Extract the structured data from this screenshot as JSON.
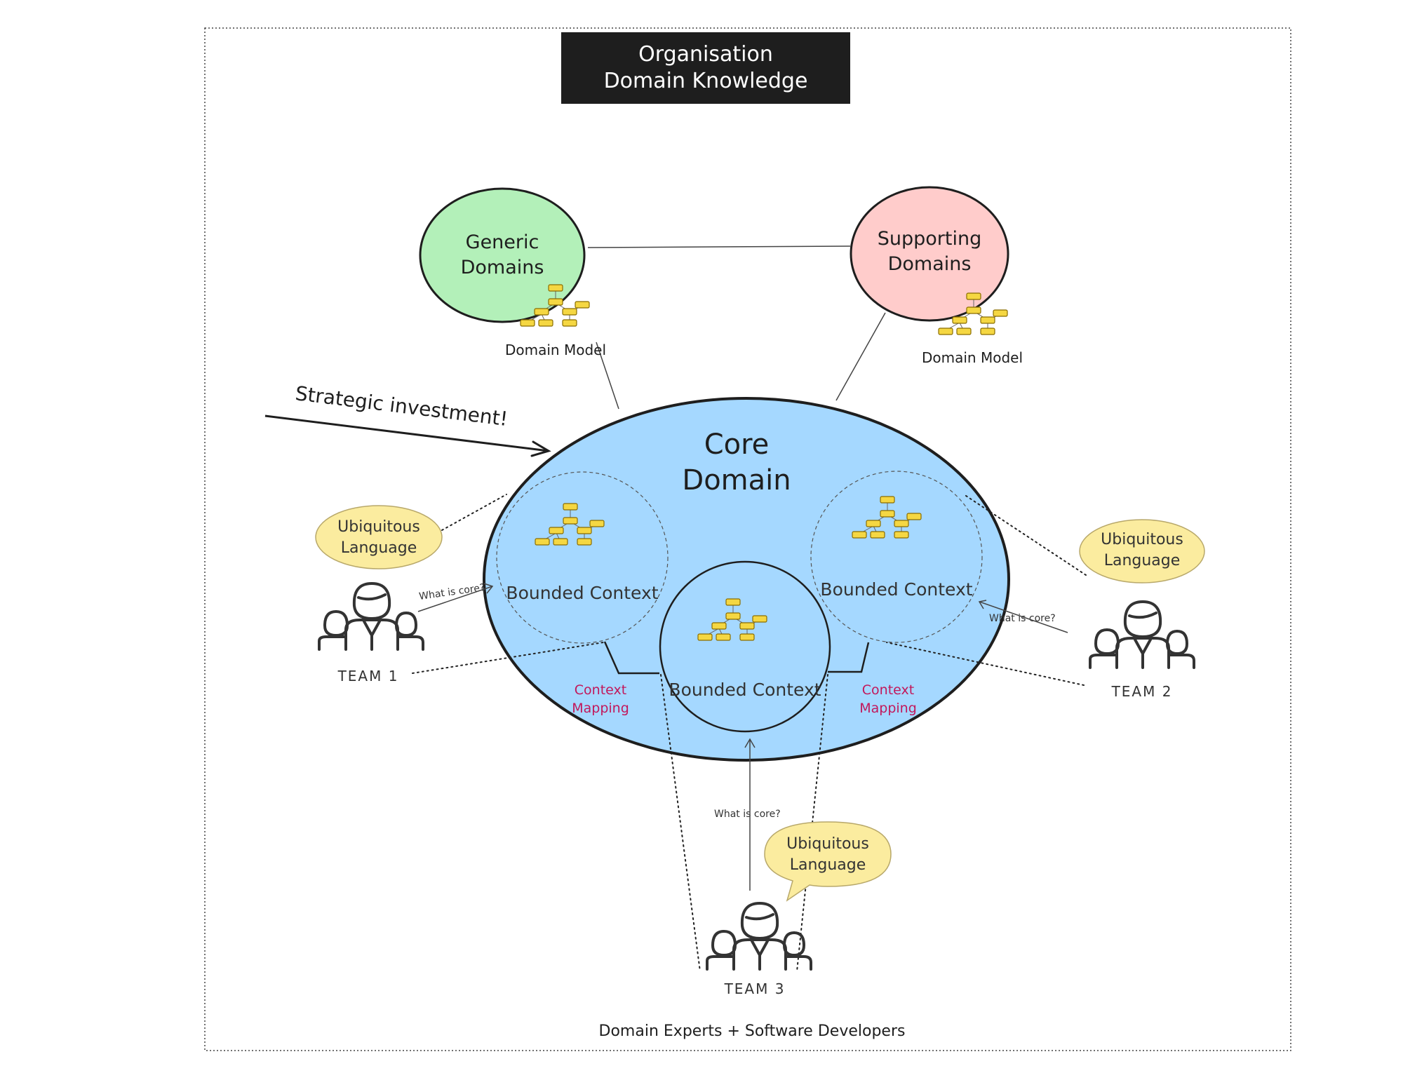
{
  "title": {
    "line1": "Organisation",
    "line2": "Domain Knowledge"
  },
  "generic": {
    "line1": "Generic",
    "line2": "Domains",
    "fill": "#b3f0b9",
    "model_label": "Domain Model"
  },
  "supporting": {
    "line1": "Supporting",
    "line2": "Domains",
    "fill": "#ffcccb",
    "model_label": "Domain Model"
  },
  "core": {
    "line1": "Core",
    "line2": "Domain",
    "fill": "#a5d8ff"
  },
  "strategic": "Strategic investment!",
  "bounded_context": "Bounded Context",
  "context_mapping": {
    "line1": "Context",
    "line2": "Mapping"
  },
  "ubiquitous": {
    "line1": "Ubiquitous",
    "line2": "Language",
    "fill": "#fbec9f"
  },
  "what_is_core": "What is core?",
  "teams": {
    "team1": "TEAM 1",
    "team2": "TEAM 2",
    "team3": "TEAM 3"
  },
  "footer": "Domain Experts + Software Developers",
  "icons": [
    "domain-model-graph-icon",
    "team-people-icon"
  ]
}
